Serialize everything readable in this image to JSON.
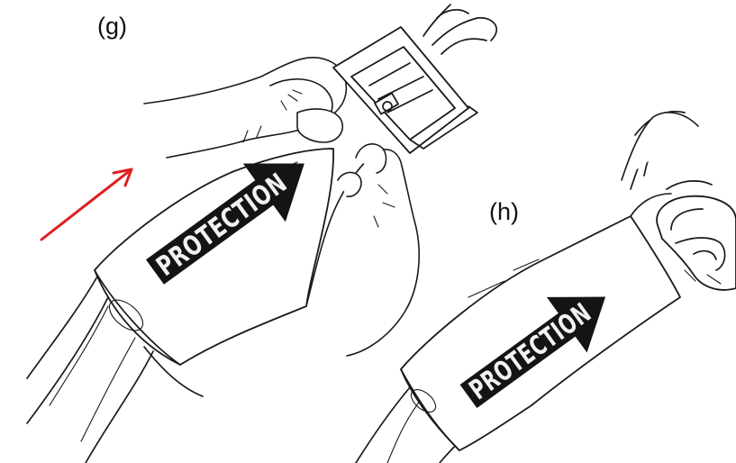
{
  "panels": [
    {
      "label": "(g)",
      "patch_text": "PROTECTION"
    },
    {
      "label": "(h)",
      "patch_text": "PROTECTION"
    }
  ],
  "arrow_color": "#e02020",
  "ink_color": "#1a1a1a",
  "patch_color": "#141414"
}
